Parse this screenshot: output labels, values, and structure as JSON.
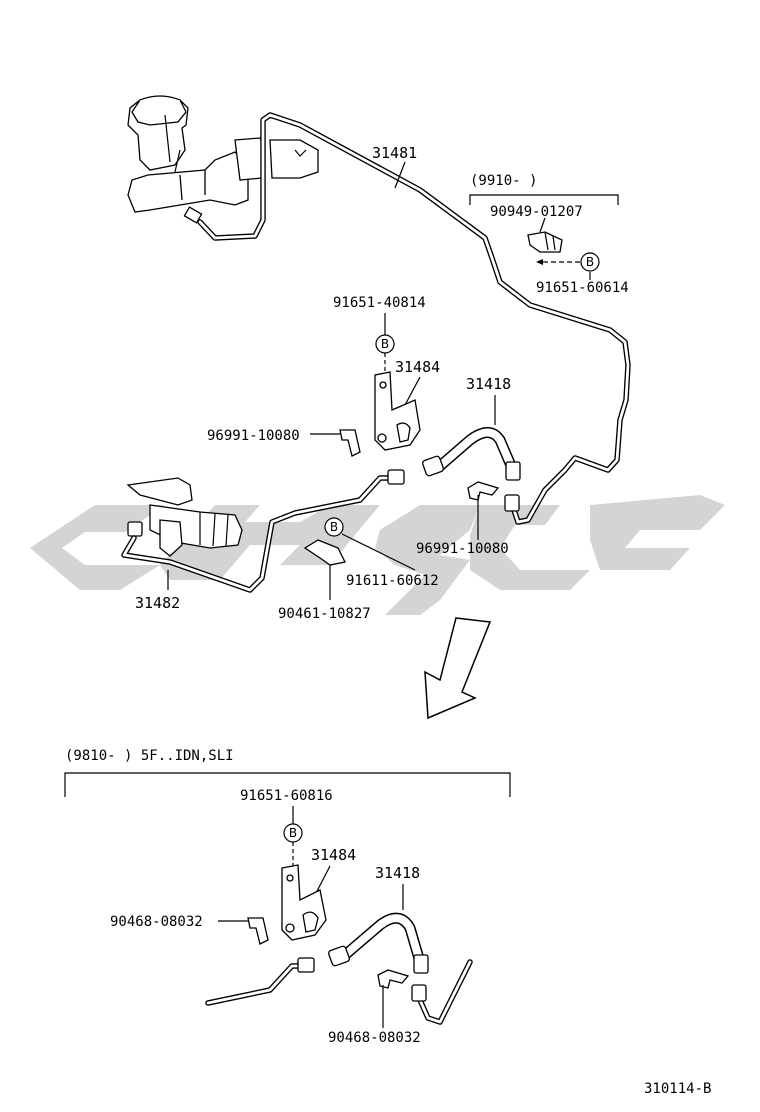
{
  "top_section": {
    "part_labels": {
      "p31481": "31481",
      "p31482": "31482",
      "p31484": "31484",
      "p31418": "31418",
      "p91651_40814": "91651-40814",
      "p96991_10080_left": "96991-10080",
      "p96991_10080_right": "96991-10080",
      "p91611_60612": "91611-60612",
      "p90461_10827": "90461-10827"
    },
    "inset": {
      "header": "(9910-      )",
      "p90949_01207": "90949-01207",
      "p91651_60614": "91651-60614"
    }
  },
  "bottom_section": {
    "header": "(9810-      ) 5F..IDN,SLI",
    "part_labels": {
      "p91651_60816": "91651-60816",
      "p31484": "31484",
      "p31418": "31418",
      "p90468_08032_left": "90468-08032",
      "p90468_08032_right": "90468-08032"
    }
  },
  "bolt_marker": "B",
  "diagram_code": "310114-B",
  "colors": {
    "line": "#000000",
    "watermark": "#d4d4d4",
    "background": "#ffffff"
  }
}
